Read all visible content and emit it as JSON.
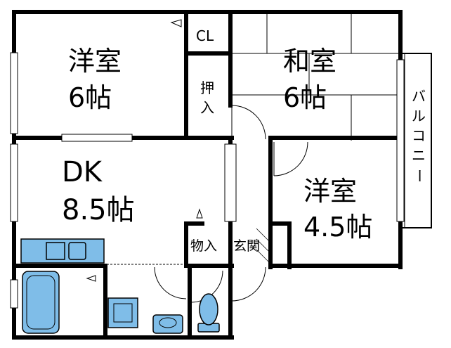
{
  "rooms": {
    "western_room_1": {
      "name": "洋室",
      "size": "6帖"
    },
    "japanese_room": {
      "name": "和室",
      "size": "6帖"
    },
    "dk": {
      "name": "DK",
      "size": "8.5帖"
    },
    "western_room_2": {
      "name": "洋室",
      "size": "4.5帖"
    }
  },
  "storage": {
    "closet": "CL",
    "oshiire": [
      "押",
      "入"
    ],
    "monoire": "物入",
    "genkan": "玄関"
  },
  "balcony": [
    "バ",
    "ル",
    "コ",
    "ニ",
    "ー"
  ],
  "colors": {
    "wall": "#000000",
    "fixture_fill": "#7fbde8",
    "fixture_stroke": "#000000",
    "background": "#ffffff"
  }
}
